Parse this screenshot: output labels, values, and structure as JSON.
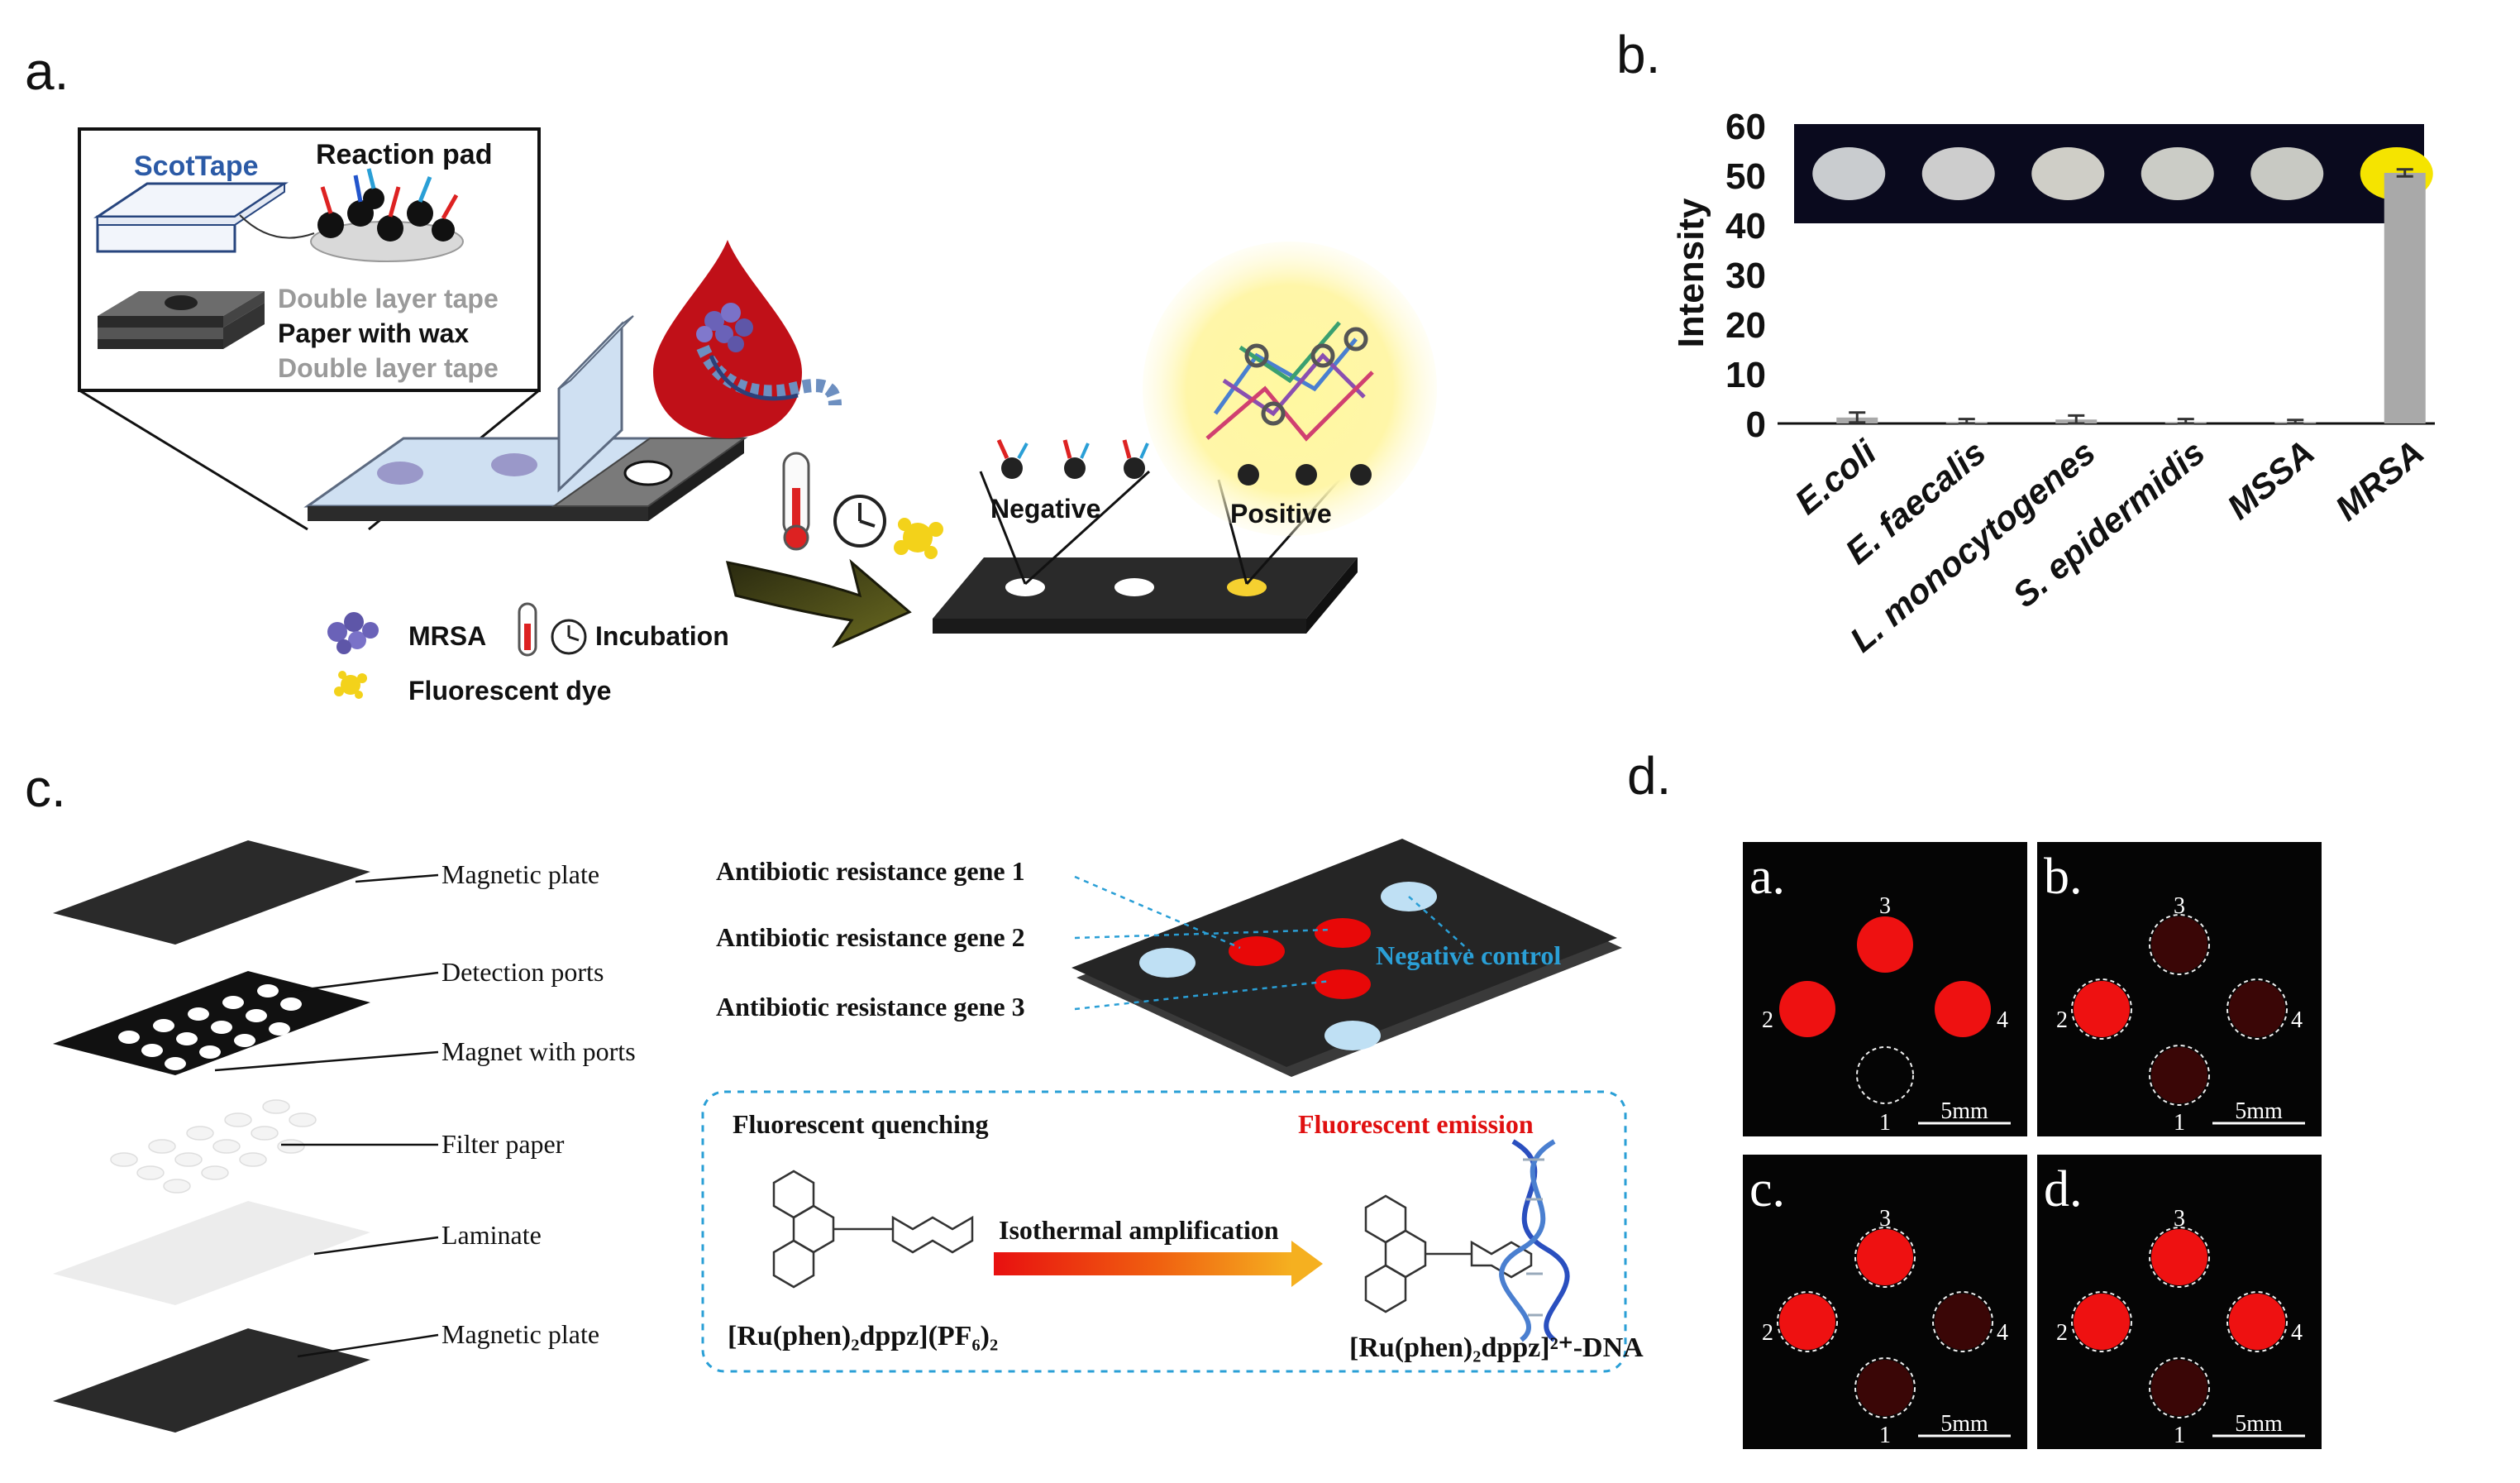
{
  "panel_labels": {
    "a": "a.",
    "b": "b.",
    "c": "c.",
    "d": "d."
  },
  "panel_a": {
    "scottape": "ScotTape",
    "reaction_pad": "Reaction pad",
    "layer_top": "Double layer tape",
    "layer_mid": "Paper with wax",
    "layer_bottom": "Double layer tape",
    "negative": "Negative",
    "positive": "Positive",
    "legend_mrsa": "MRSA",
    "legend_incubation": "Incubation",
    "legend_dye": "Fluorescent dye"
  },
  "chart_data": {
    "type": "bar",
    "ylabel": "Intensity",
    "ylim": [
      0,
      60
    ],
    "yticks": [
      0,
      10,
      20,
      30,
      40,
      50,
      60
    ],
    "categories": [
      "E.coli",
      "E. faecalis",
      "L. monocytogenes",
      "S. epidermidis",
      "MSSA",
      "MRSA"
    ],
    "values": [
      1.2,
      0.3,
      0.8,
      0.3,
      0.3,
      50.5
    ],
    "errors": [
      1.0,
      0.6,
      0.8,
      0.6,
      0.4,
      0.7
    ],
    "inset_spots": [
      "#c9cccf",
      "#cdcdcd",
      "#cfcec7",
      "#cbccc6",
      "#c8c9c3",
      "#f5e400"
    ],
    "bar_color": "#a9a9a9"
  },
  "panel_c": {
    "layers": [
      "Magnetic plate",
      "Detection ports",
      "Magnet with ports",
      "Filter paper",
      "Laminate",
      "Magnetic plate"
    ],
    "genes": [
      "Antibiotic resistance gene 1",
      "Antibiotic resistance gene 2",
      "Antibiotic resistance gene 3"
    ],
    "negative_control": "Negative control",
    "quench": "Fluorescent quenching",
    "emission": "Fluorescent emission",
    "isothermal": "Isothermal amplification",
    "formula_left": "[Ru(phen)₂dppz](PF₆)₂",
    "formula_right": "[Ru(phen)₂dppz]²⁺-DNA"
  },
  "panel_d": {
    "subpanels": [
      {
        "label": "a.",
        "scale": "5mm",
        "nums": [
          "3",
          "2",
          "4",
          "1"
        ]
      },
      {
        "label": "b.",
        "scale": "5mm",
        "nums": [
          "3",
          "2",
          "4",
          "1"
        ]
      },
      {
        "label": "c.",
        "scale": "5mm",
        "nums": [
          "3",
          "2",
          "4",
          "1"
        ]
      },
      {
        "label": "d.",
        "scale": "5mm",
        "nums": [
          "3",
          "2",
          "4",
          "1"
        ]
      }
    ]
  }
}
